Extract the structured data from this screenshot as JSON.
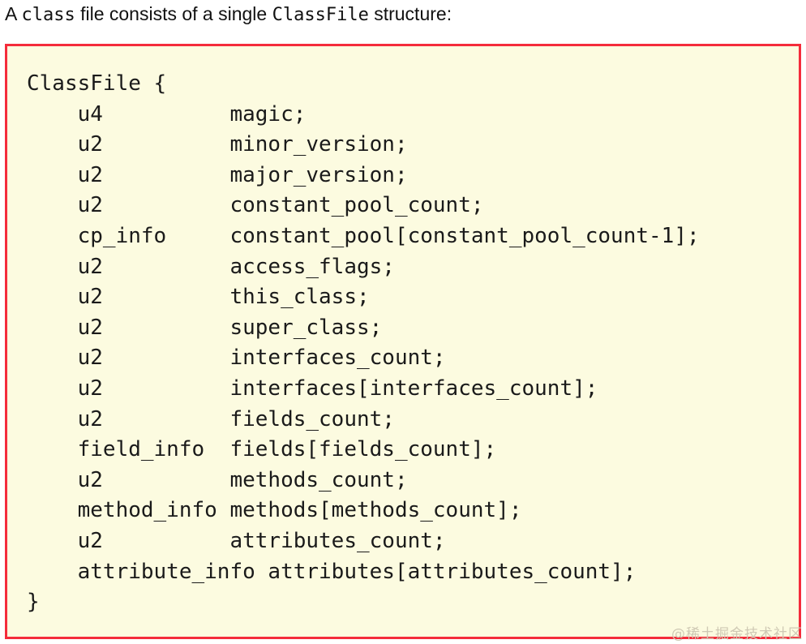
{
  "heading": {
    "segments": [
      {
        "text": "A ",
        "mono": false
      },
      {
        "text": "class",
        "mono": true
      },
      {
        "text": " file consists of a single ",
        "mono": false
      },
      {
        "text": "ClassFile",
        "mono": true
      },
      {
        "text": " structure:",
        "mono": false
      }
    ],
    "full_text": "A class file consists of a single ClassFile structure:"
  },
  "code_block": {
    "language": "java",
    "border_color": "#f42c3b",
    "background_color": "#fcfbe0",
    "text_color": "#1a1a1a",
    "name_column": 16,
    "lines": [
      {
        "indent": 0,
        "type": "",
        "name": "ClassFile {"
      },
      {
        "indent": 4,
        "type": "u4",
        "name": "magic;"
      },
      {
        "indent": 4,
        "type": "u2",
        "name": "minor_version;"
      },
      {
        "indent": 4,
        "type": "u2",
        "name": "major_version;"
      },
      {
        "indent": 4,
        "type": "u2",
        "name": "constant_pool_count;"
      },
      {
        "indent": 4,
        "type": "cp_info",
        "name": "constant_pool[constant_pool_count-1];"
      },
      {
        "indent": 4,
        "type": "u2",
        "name": "access_flags;"
      },
      {
        "indent": 4,
        "type": "u2",
        "name": "this_class;"
      },
      {
        "indent": 4,
        "type": "u2",
        "name": "super_class;"
      },
      {
        "indent": 4,
        "type": "u2",
        "name": "interfaces_count;"
      },
      {
        "indent": 4,
        "type": "u2",
        "name": "interfaces[interfaces_count];"
      },
      {
        "indent": 4,
        "type": "u2",
        "name": "fields_count;"
      },
      {
        "indent": 4,
        "type": "field_info",
        "name": "fields[fields_count];"
      },
      {
        "indent": 4,
        "type": "u2",
        "name": "methods_count;"
      },
      {
        "indent": 4,
        "type": "method_info",
        "name": "methods[methods_count];"
      },
      {
        "indent": 4,
        "type": "u2",
        "name": "attributes_count;"
      },
      {
        "indent": 4,
        "type": "attribute_info",
        "name": "attributes[attributes_count];"
      },
      {
        "indent": 0,
        "type": "",
        "name": "}"
      }
    ]
  },
  "watermark": {
    "text": "@稀土掘金技术社区",
    "color": "#cfc9b4"
  }
}
